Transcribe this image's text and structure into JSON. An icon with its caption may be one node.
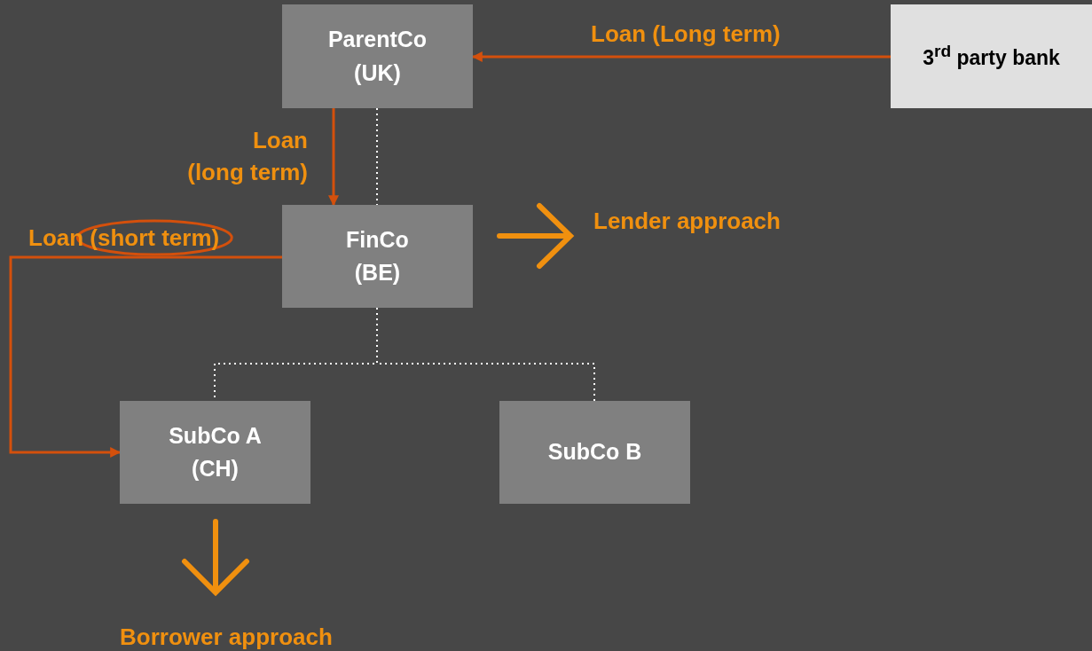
{
  "diagram": {
    "nodes": [
      {
        "text": [
          "ParentCo (UK)"
        ]
      },
      {
        "text": [
          "3$^{rd}$ party bank"
        ]
      },
      {
        "text": [
          "FinCo (BE)"
        ]
      },
      {
        "text": [
          "SubCo A (CH)"
        ]
      },
      {
        "text": [
          "SubCo B"
        ]
      }
    ],
    "edges": [
      {
        "from": 1,
        "to": 0,
        "arrow": "to",
        "label": "Loan (Long term)"
      },
      {
        "from": 0,
        "to": 2,
        "arrow": "to",
        "label": "Loan (long term)"
      },
      {
        "from": 0,
        "to": 2,
        "arrow": "none",
        "style": "dashed",
        "color": "#ffffff"
      },
      {
        "from": 2,
        "to": 3,
        "arrow": "to",
        "label": "Loan (short term)"
      },
      {
        "from": 2,
        "to": 3,
        "arrow": "none",
        "style": "dashed",
        "color": "#ffffff"
      },
      {
        "from": 2,
        "to": 4,
        "arrow": "none",
        "style": "dashed",
        "color": "#ffffff"
      }
    ],
    "labels": [
      "Lender approach",
      "Borrower approach"
    ]
  }
}
